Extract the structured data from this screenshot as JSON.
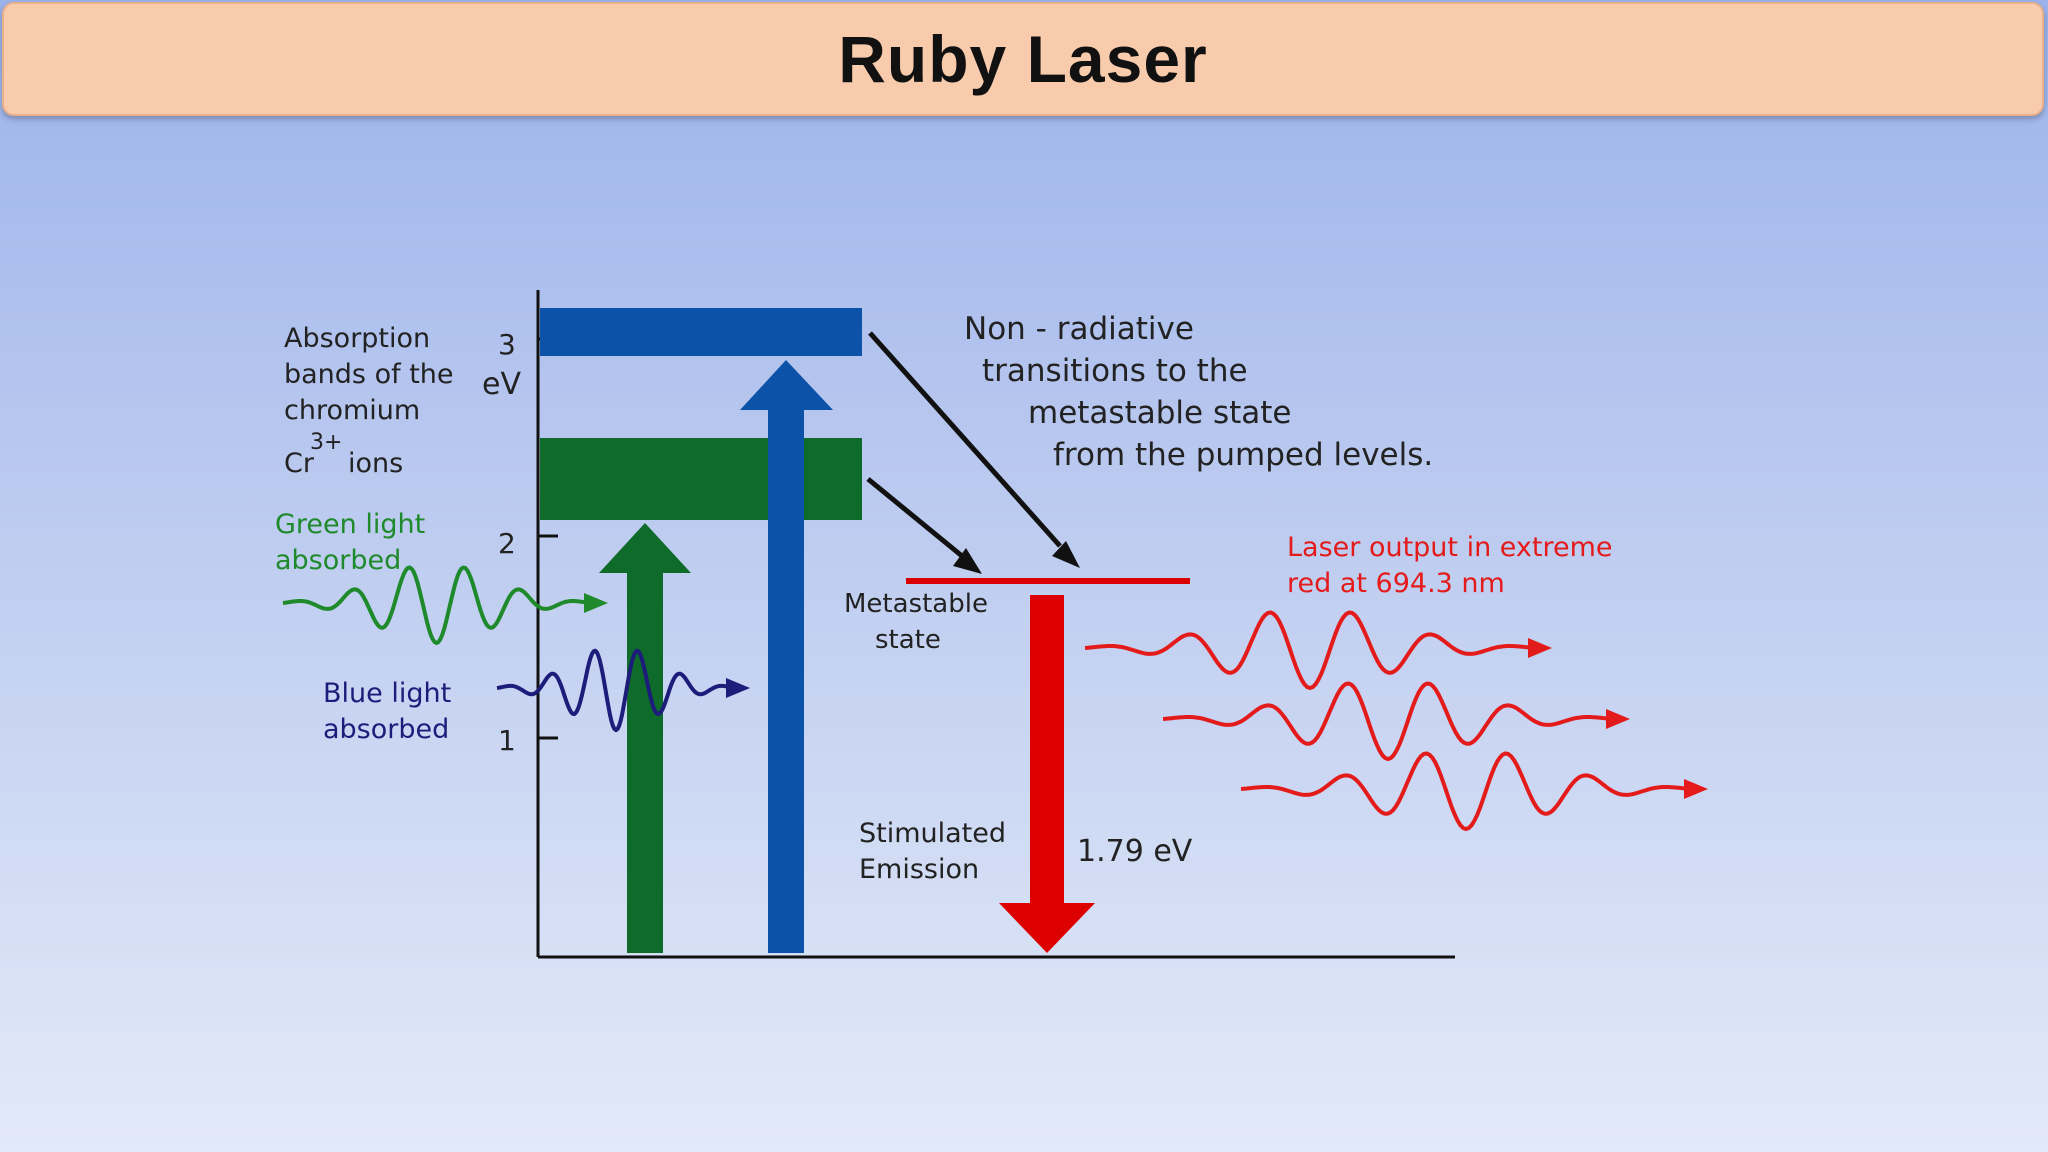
{
  "slide": {
    "title": "Ruby Laser"
  },
  "diagram": {
    "axis": {
      "unit_label": "eV",
      "ticks": [
        "3",
        "2",
        "1"
      ]
    },
    "absorption_label": {
      "line1": "Absorption",
      "line2": "bands of the",
      "line3": "chromium",
      "ion_base": "Cr",
      "ion_charge": "3+",
      "ion_tail": "ions"
    },
    "green_light": {
      "line1": "Green light",
      "line2": "absorbed",
      "color": "#1e8a2b"
    },
    "blue_light": {
      "line1": "Blue light",
      "line2": "absorbed",
      "color": "#1c1c7a"
    },
    "non_radiative": {
      "line1": "Non - radiative",
      "line2": "transitions to the",
      "line3": "metastable state",
      "line4": "from the pumped levels."
    },
    "metastable": {
      "line1": "Metastable",
      "line2": "state"
    },
    "laser_output": {
      "line1": "Laser output in extreme",
      "line2": "red at 694.3 nm",
      "color": "#e41b1b"
    },
    "stimulated": {
      "line1": "Stimulated",
      "line2": "Emission"
    },
    "energy_gap": "1.79 eV",
    "colors": {
      "blue_band": "#0b52a8",
      "green_band": "#0f6b2a",
      "red": "#dd0000"
    }
  }
}
